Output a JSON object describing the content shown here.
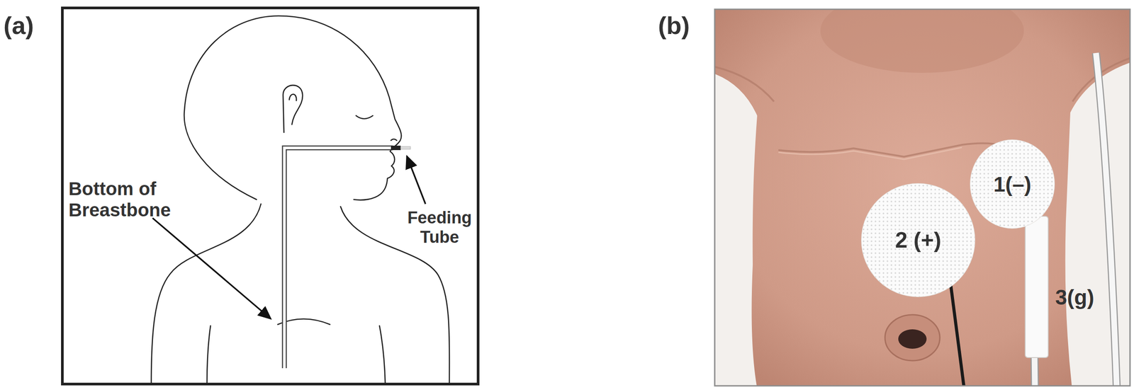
{
  "diagram": {
    "nodes": [
      {
        "text": [
          "1(–)"
        ]
      },
      {
        "text": [
          "2 (+)"
        ]
      }
    ],
    "labels": [
      "(a)",
      "(b)",
      "Bottom of Breastbone",
      "Feeding Tube",
      "3(g)"
    ]
  }
}
